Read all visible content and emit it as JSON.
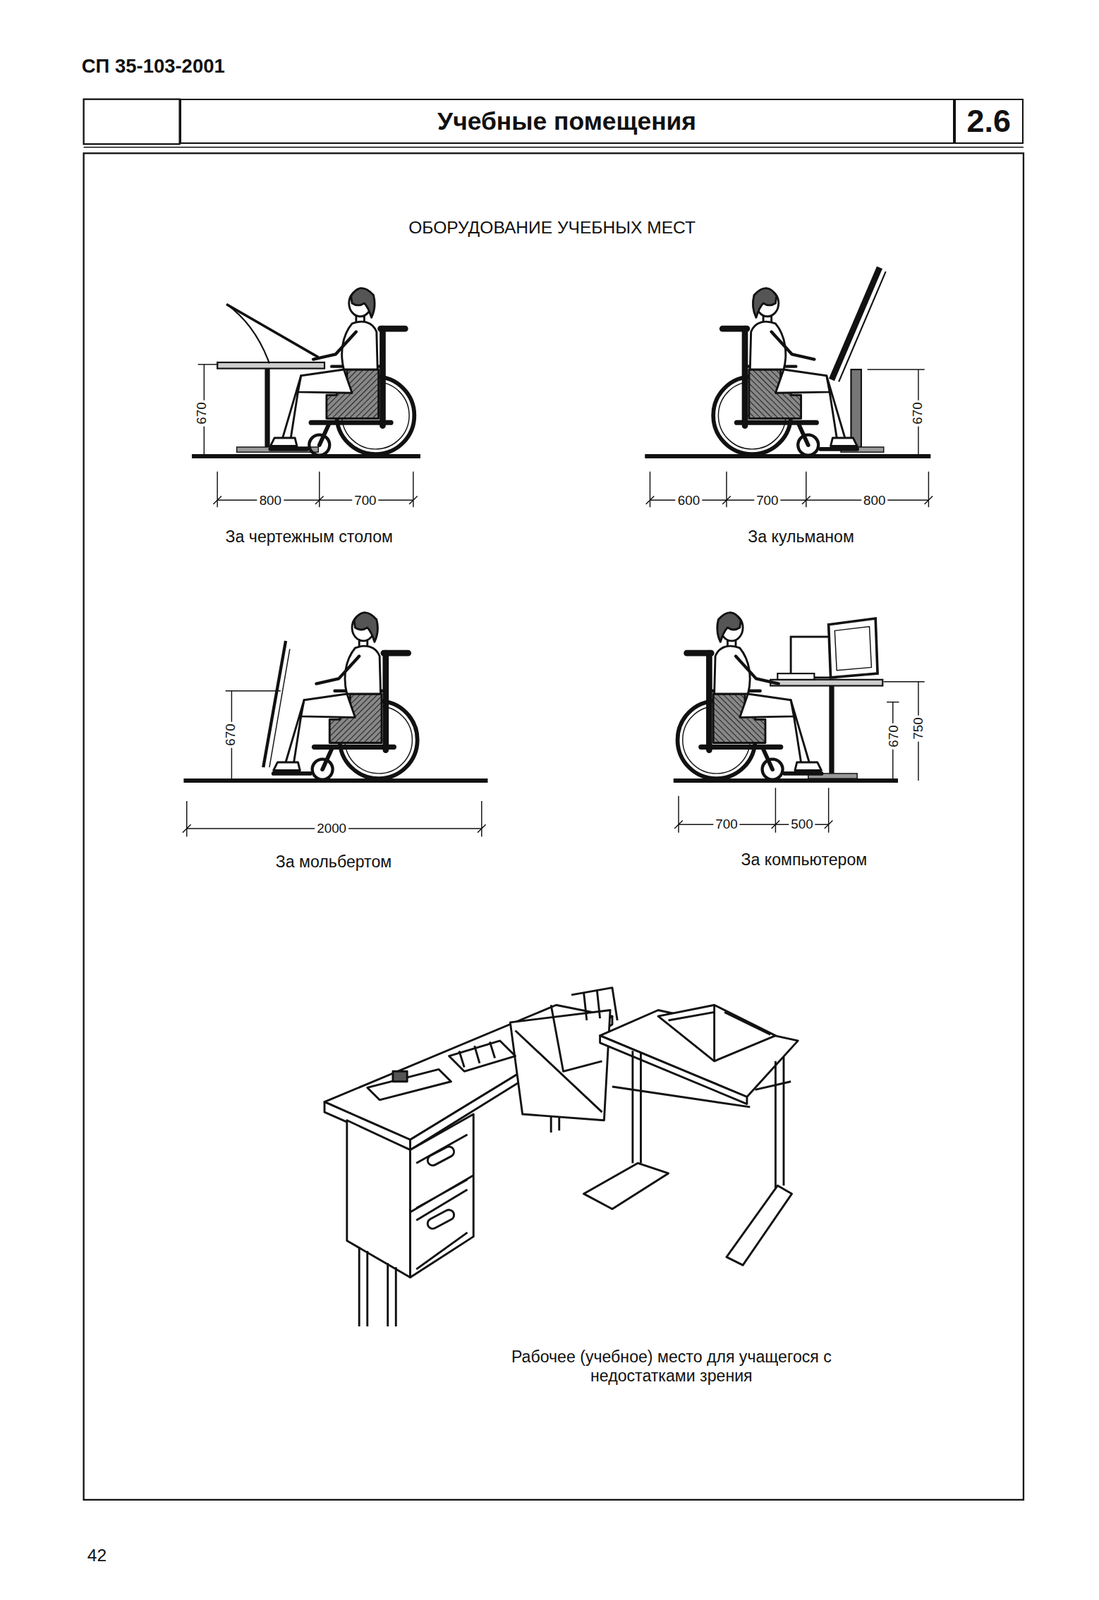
{
  "diagram": {
    "title": "ОБОРУДОВАНИЕ УЧЕБНЫХ МЕСТ",
    "nodes": [
      {
        "text": [
          "Учебные помещения"
        ]
      },
      {
        "text": [
          "2.6"
        ]
      }
    ],
    "labels": [
      "СП 35-103-2001",
      "670",
      "800",
      "700",
      "За чертежным столом",
      "670",
      "600",
      "700",
      "800",
      "За кульманом",
      "670",
      "2000",
      "За мольбертом",
      "670",
      "750",
      "700",
      "500",
      "За компьютером",
      "Рабочее (учебное) место для учащегося с недостатками зрения",
      "42"
    ]
  }
}
